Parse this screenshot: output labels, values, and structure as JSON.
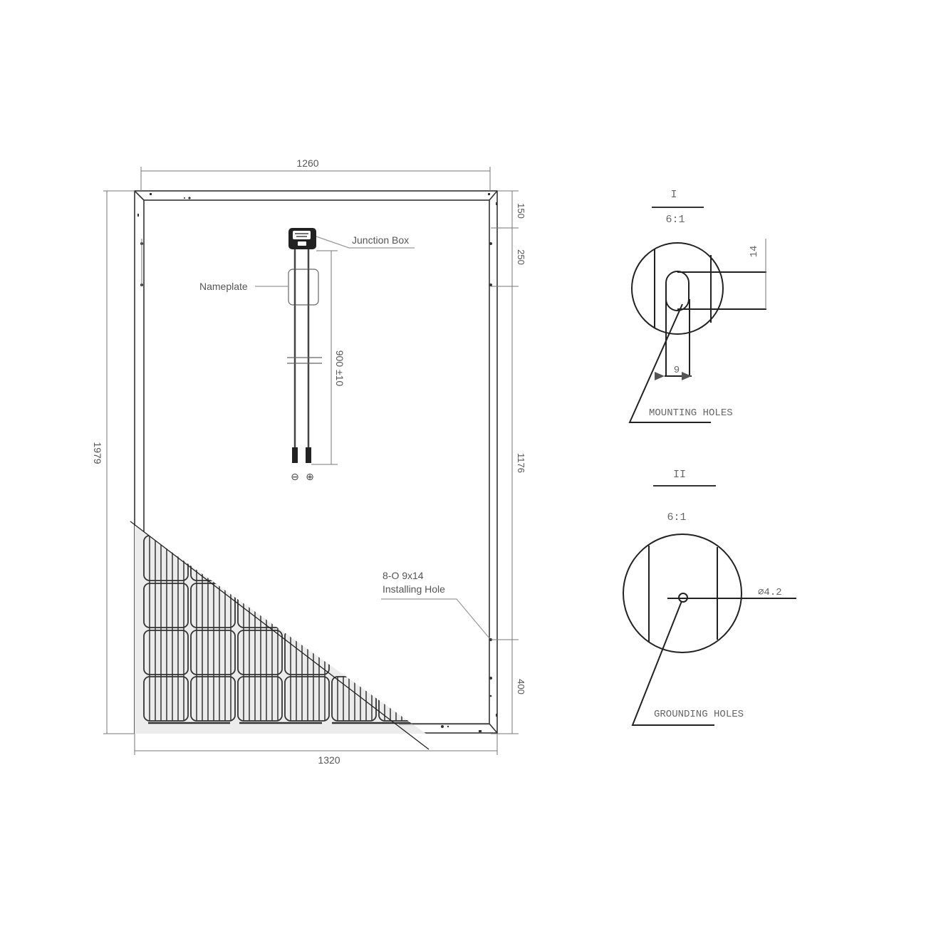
{
  "drawing": {
    "main_view": {
      "dimensions": {
        "inner_width": "1260",
        "outer_width": "1320",
        "height": "1979",
        "top_hole_offset": "150",
        "hole_spacing_top": "250",
        "middle_span": "1176",
        "bottom_hole_offset": "400",
        "cable_length": "900 ±10"
      },
      "labels": {
        "junction_box": "Junction Box",
        "nameplate": "Nameplate",
        "installing_hole_line1": "8-O 9x14",
        "installing_hole_line2": "Installing  Hole"
      },
      "connectors": {
        "negative": "⊖",
        "positive": "⊕"
      }
    },
    "detail_I": {
      "title": "I",
      "scale": "6:1",
      "dim_height": "14",
      "dim_width": "9",
      "label": "MOUNTING HOLES"
    },
    "detail_II": {
      "title": "II",
      "scale": "6:1",
      "dim_diameter": "⌀4.2",
      "label": "GROUNDING HOLES"
    }
  }
}
